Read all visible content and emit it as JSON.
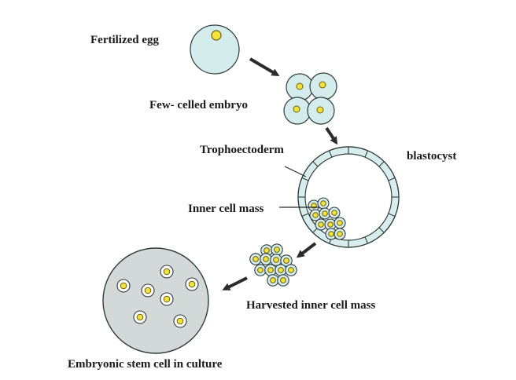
{
  "labels": {
    "fertilized_egg": "Fertilized egg",
    "few_celled_embryo": "Few- celled embryo",
    "trophoectoderm": "Trophoectoderm",
    "blastocyst": "blastocyst",
    "inner_cell_mass": "Inner cell mass",
    "harvested_inner_cell_mass": "Harvested inner cell mass",
    "embryonic_stem_cell_in_culture": "Embryonic stem cell in culture"
  },
  "colors": {
    "cell_fill": "#d4ecec",
    "cell_stroke": "#2f3b3b",
    "nucleus_fill": "#f2e23a",
    "nucleus_stroke": "#6b5e10",
    "dish_fill": "#d3d8d8",
    "arrow": "#2b2b2b"
  },
  "stages": [
    {
      "name": "fertilized-egg"
    },
    {
      "name": "few-celled-embryo"
    },
    {
      "name": "blastocyst"
    },
    {
      "name": "harvested-inner-cell-mass"
    },
    {
      "name": "embryonic-stem-cell-culture"
    }
  ]
}
